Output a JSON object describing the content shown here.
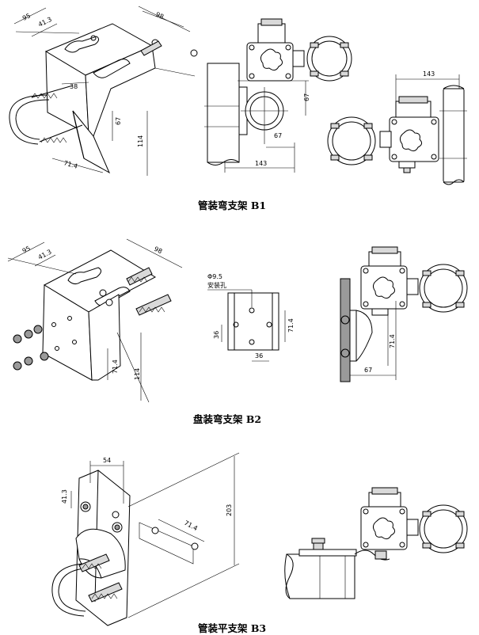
{
  "captions": {
    "b1": "管装弯支架 B1",
    "b2": "盘装弯支架 B2",
    "b3": "管装平支架 B3"
  },
  "b1": {
    "dims": {
      "w95": "95",
      "w41_3": "41.3",
      "w98": "98",
      "h67": "67",
      "h114": "114",
      "w71_4": "71.4",
      "w38": "38",
      "side67v": "67",
      "side67h": "67",
      "side143": "143",
      "right143": "143"
    }
  },
  "b2": {
    "dims": {
      "w95": "95",
      "w41_3": "41.3",
      "w98": "98",
      "h71_4": "71.4",
      "h114": "114",
      "hole_label1": "Φ9.5",
      "hole_label2": "安装孔",
      "p36v": "36",
      "p36h": "36",
      "p71_4": "71.4",
      "s71_4": "71.4",
      "s67": "67"
    }
  },
  "b3": {
    "dims": {
      "w54": "54",
      "h41_3": "41.3",
      "h203": "203",
      "w71_4": "71.4"
    }
  }
}
